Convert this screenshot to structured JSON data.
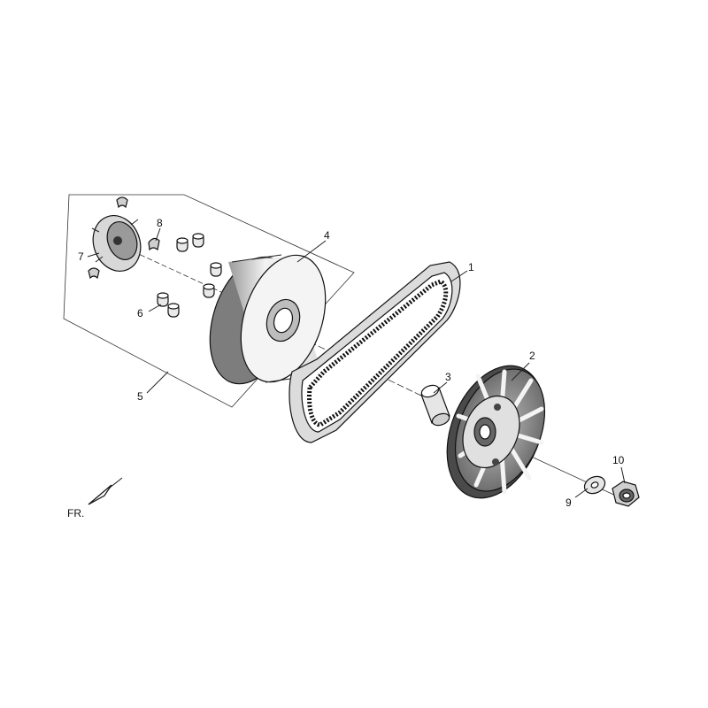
{
  "diagram": {
    "callouts": {
      "c1": "1",
      "c2": "2",
      "c3": "3",
      "c4": "4",
      "c5": "5",
      "c6": "6",
      "c7": "7",
      "c8": "8",
      "c9": "9",
      "c10": "10"
    },
    "front_marker": "FR."
  }
}
